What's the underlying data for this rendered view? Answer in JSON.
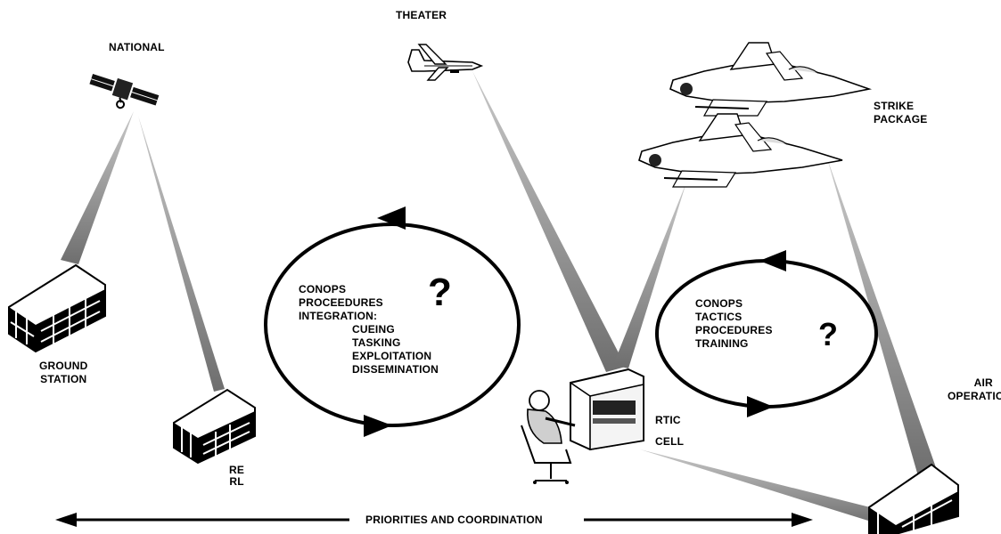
{
  "labels": {
    "national": "NATIONAL",
    "theater": "THEATER",
    "strike_package": [
      "STRIKE",
      "PACKAGE"
    ],
    "ground_station": [
      "GROUND",
      "STATION"
    ],
    "rerl": [
      "RE",
      "RL"
    ],
    "rtic_cell": [
      "RTIC",
      "CELL"
    ],
    "air_operations": [
      "AIR",
      "OPERATIONS"
    ],
    "priorities": "PRIORITIES AND COORDINATION"
  },
  "left_cycle": {
    "items": [
      "CONOPS",
      "PROCEEDURES",
      "INTEGRATION:"
    ],
    "subitems": [
      "CUEING",
      "TASKING",
      "EXPLOITATION",
      "DISSEMINATION"
    ],
    "mark": "?"
  },
  "right_cycle": {
    "items": [
      "CONOPS",
      "TACTICS",
      "PROCEDURES",
      "TRAINING"
    ],
    "mark": "?"
  },
  "colors": {
    "ink": "#000000",
    "beam": "#8a8a8a",
    "paper": "#ffffff"
  }
}
